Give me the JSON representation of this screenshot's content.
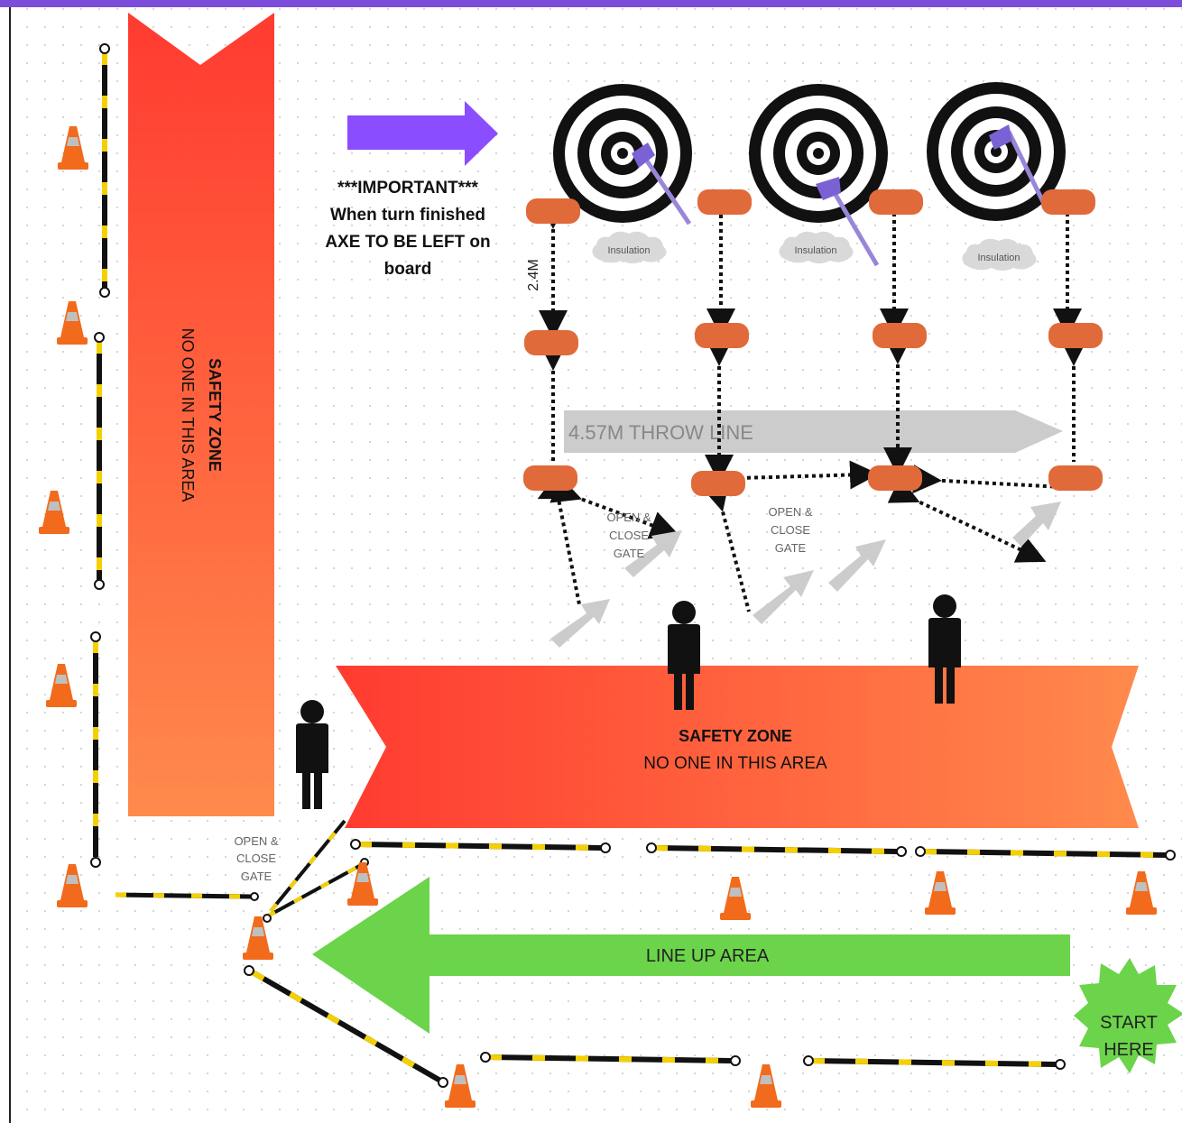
{
  "left_safety_zone": {
    "title": "SAFETY ZONE",
    "subtitle": "NO ONE IN THIS AREA"
  },
  "bottom_safety_zone": {
    "title": "SAFETY ZONE",
    "subtitle": "NO ONE IN THIS AREA"
  },
  "important_note": {
    "line1": "***IMPORTANT***",
    "line2": "When turn finished",
    "line3": "AXE TO BE LEFT on",
    "line4": "board"
  },
  "distance_label": "2.4M",
  "throw_line": "4.57M THROW LINE",
  "insulation_label": "Insulation",
  "gate_label": {
    "line1": "OPEN &",
    "line2": "CLOSE",
    "line3": "GATE"
  },
  "line_up_area": "LINE UP AREA",
  "start_badge": {
    "line1": "START",
    "line2": "HERE"
  },
  "colors": {
    "frame": "#7c4ddb",
    "zone_start": "#ff3b30",
    "zone_end": "#ff8a4c",
    "pointer_arrow": "#8a4dff",
    "line_up_arrow": "#6bd44a",
    "marker": "#e06a3a",
    "throw_line_arrow": "#cccccc",
    "cone": "#f26a1b"
  },
  "icons": [
    "target-icon",
    "axe-icon",
    "person-icon",
    "traffic-cone-icon",
    "barrier-pole-icon",
    "cloud-icon",
    "arrow-icon",
    "starburst-icon"
  ]
}
